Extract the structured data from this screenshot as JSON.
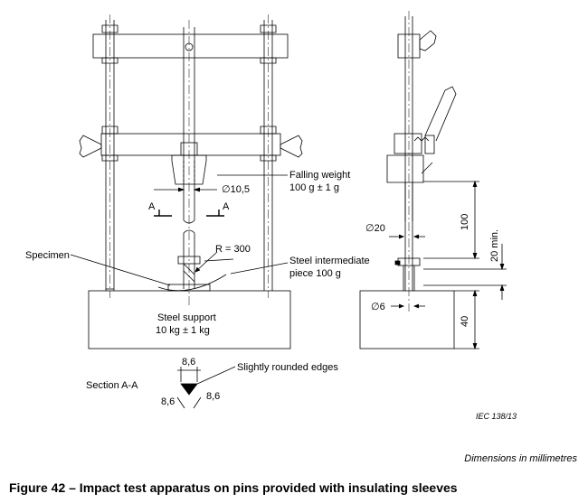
{
  "labels": {
    "falling_weight_1": "Falling weight",
    "falling_weight_2": "100 g ± 1 g",
    "dia_10_5": "∅10,5",
    "section_a_left": "A",
    "section_a_right": "A",
    "specimen": "Specimen",
    "radius": "R = 300",
    "intermediate_1": "Steel intermediate",
    "intermediate_2": "piece 100 g",
    "support_1": "Steel support",
    "support_2": "10 kg ± 1 kg",
    "edge_top": "8,6",
    "edges_note": "Slightly rounded edges",
    "section_aa": "Section A-A",
    "edge_left": "8,6",
    "edge_right": "8,6",
    "dia_20": "∅20",
    "dia_6": "∅6",
    "dim_100": "100",
    "dim_20min": "20 min.",
    "dim_40": "40",
    "iec_ref": "IEC   138/13"
  },
  "units_note": "Dimensions in millimetres",
  "caption": "Figure 42 – Impact test apparatus on pins provided with insulating sleeves"
}
